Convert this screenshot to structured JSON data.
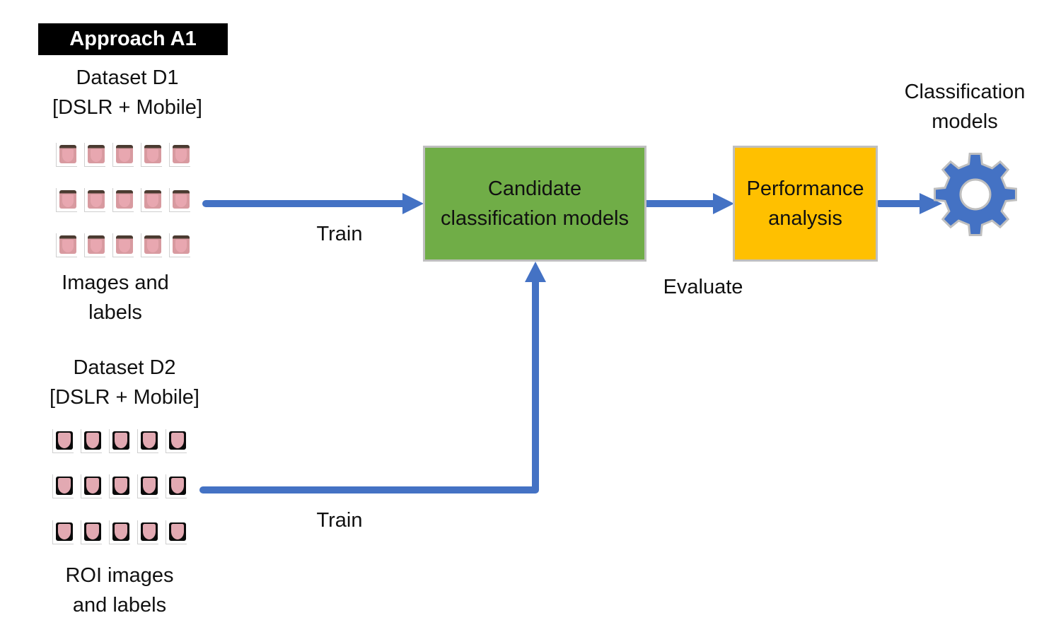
{
  "title": "Approach A1",
  "dataset1": {
    "name": "Dataset D1",
    "source": "[DSLR + Mobile]",
    "caption_line1": "Images and",
    "caption_line2": "labels",
    "thumbnail_rows": 3,
    "thumbnail_cols": 5,
    "thumbnail_kind": "tongue-photo"
  },
  "dataset2": {
    "name": "Dataset D2",
    "source": "[DSLR + Mobile]",
    "caption_line1": "ROI images",
    "caption_line2": "and labels",
    "thumbnail_rows": 3,
    "thumbnail_cols": 5,
    "thumbnail_kind": "tongue-roi-photo"
  },
  "edges": {
    "train1": "Train",
    "train2": "Train",
    "evaluate": "Evaluate"
  },
  "nodes": {
    "candidate_line1": "Candidate",
    "candidate_line2": "classification models",
    "performance_line1": "Performance",
    "performance_line2": "analysis",
    "output_line1": "Classification",
    "output_line2": "models",
    "output_icon": "gear-icon"
  },
  "colors": {
    "arrow": "#4472c4",
    "candidate_box": "#70ad47",
    "performance_box": "#ffc000",
    "gear": "#4472c4",
    "box_border": "#bfbfbf",
    "title_bg": "#000000"
  }
}
